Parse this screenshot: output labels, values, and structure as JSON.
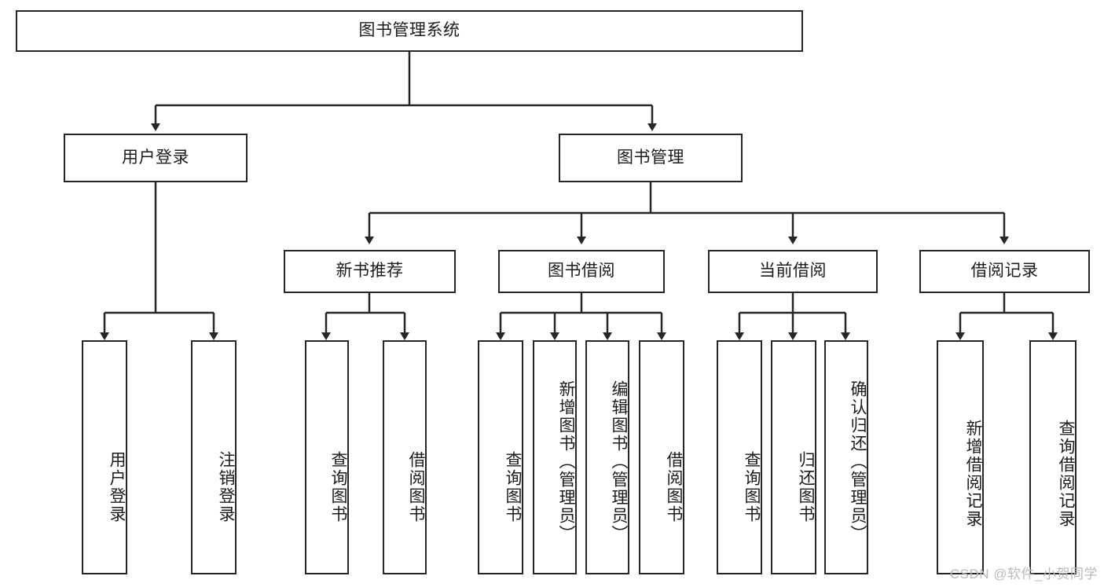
{
  "diagram": {
    "title": "图书管理系统",
    "type": "tree-hierarchy",
    "watermark": "CSDN @软件_小贺同学",
    "colors": {
      "border": "#262626",
      "background": "#ffffff",
      "text": "#1b1b1b",
      "edge": "#262626",
      "watermark": "#b9b9b9"
    },
    "nodes": {
      "root": {
        "label": "图书管理系统"
      },
      "level2": [
        {
          "id": "user-login",
          "label": "用户登录"
        },
        {
          "id": "book-manage",
          "label": "图书管理"
        }
      ],
      "level3": [
        {
          "id": "new-book-recommend",
          "label": "新书推荐"
        },
        {
          "id": "book-borrow",
          "label": "图书借阅"
        },
        {
          "id": "current-borrow",
          "label": "当前借阅"
        },
        {
          "id": "borrow-record",
          "label": "借阅记录"
        }
      ],
      "leaves": {
        "user-login": [
          {
            "id": "leaf-user-login",
            "label": "用户登录"
          },
          {
            "id": "leaf-logout-login",
            "label": "注销登录"
          }
        ],
        "new-book-recommend": [
          {
            "id": "leaf-query-book-1",
            "label": "查询图书"
          },
          {
            "id": "leaf-borrow-book-1",
            "label": "借阅图书"
          }
        ],
        "book-borrow": [
          {
            "id": "leaf-query-book-2",
            "label": "查询图书"
          },
          {
            "id": "leaf-add-book",
            "label": "新增图书（管理员）"
          },
          {
            "id": "leaf-edit-book",
            "label": "编辑图书（管理员）"
          },
          {
            "id": "leaf-borrow-book-2",
            "label": "借阅图书"
          }
        ],
        "current-borrow": [
          {
            "id": "leaf-query-book-3",
            "label": "查询图书"
          },
          {
            "id": "leaf-return-book",
            "label": "归还图书"
          },
          {
            "id": "leaf-confirm-return",
            "label": "确认归还（管理员）"
          }
        ],
        "borrow-record": [
          {
            "id": "leaf-add-record",
            "label": "新增借阅记录"
          },
          {
            "id": "leaf-query-record",
            "label": "查询借阅记录"
          }
        ]
      }
    }
  }
}
